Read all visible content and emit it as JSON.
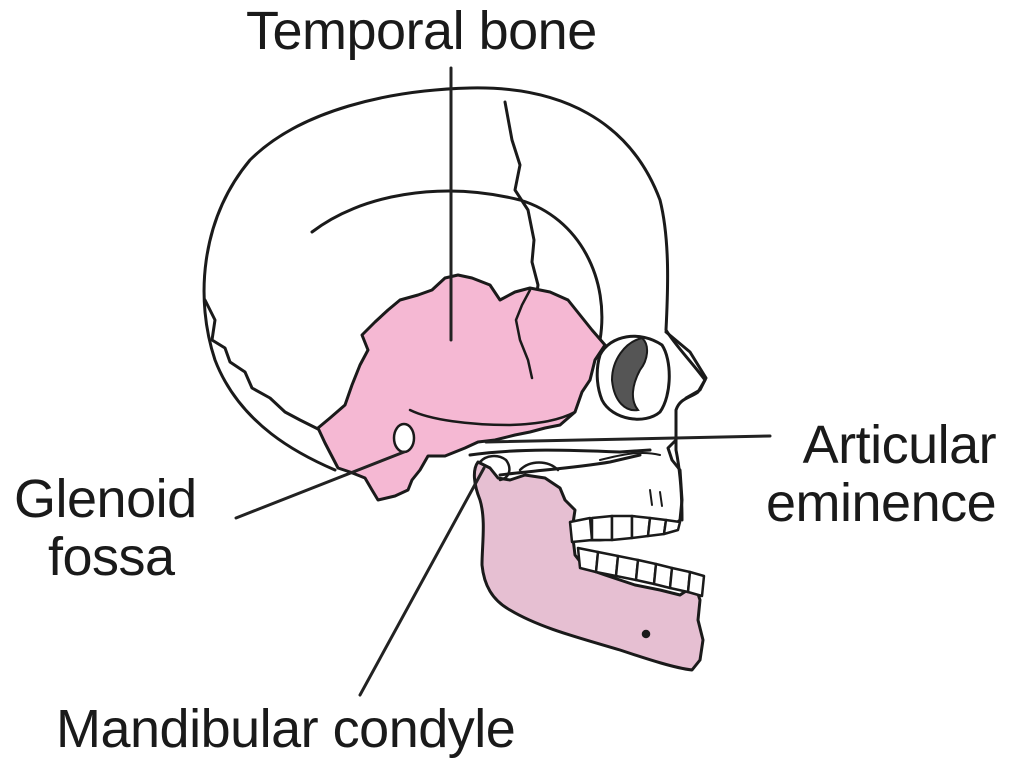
{
  "labels": {
    "temporal_bone": "Temporal bone",
    "glenoid_line1": "Glenoid",
    "glenoid_line2": "fossa",
    "articular_line1": "Articular",
    "articular_line2": "eminence",
    "mandibular_condyle": "Mandibular condyle"
  },
  "colors": {
    "temporal_bone_fill": "#f5b8d3",
    "mandible_fill": "#e6bfd2",
    "outline": "#1a1a1a",
    "leader_line": "#222222",
    "orbit_shadow": "#555555"
  }
}
